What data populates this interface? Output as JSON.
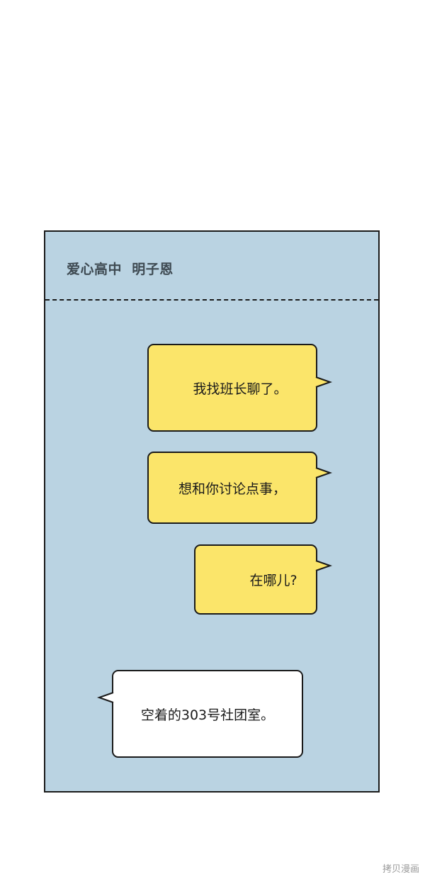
{
  "chat": {
    "title": "爱心高中  明子恩",
    "messages": [
      {
        "direction": "sent",
        "text": "我找班长聊了。"
      },
      {
        "direction": "sent",
        "text": "想和你讨论点事，"
      },
      {
        "direction": "sent",
        "text": "在哪儿?"
      },
      {
        "direction": "received",
        "text": "空着的303号社团室。"
      }
    ]
  },
  "colors": {
    "panel_background": "#bad3e2",
    "sent_bubble": "#fbe56a",
    "received_bubble": "#ffffff",
    "border": "#1a1a1a"
  },
  "watermark": "拷贝漫画"
}
